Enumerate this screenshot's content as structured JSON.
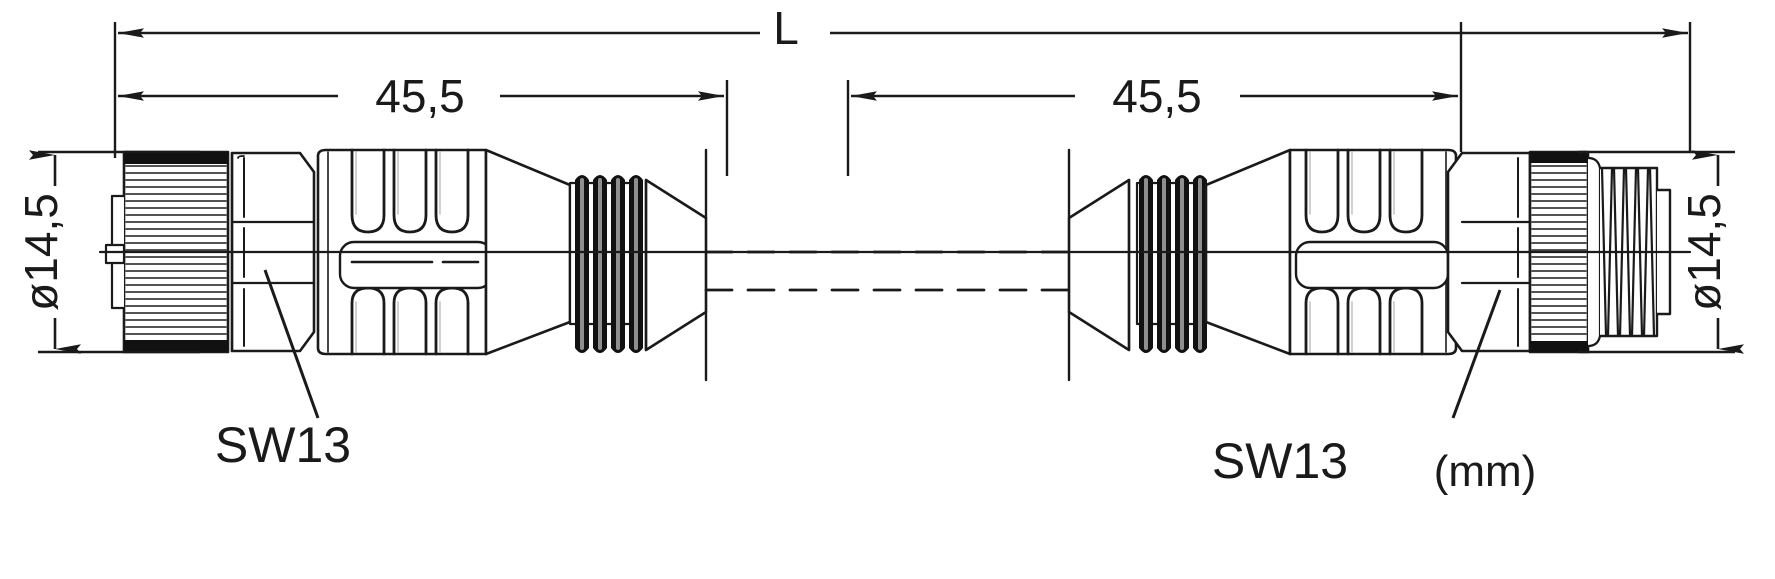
{
  "drawing": {
    "title": "M12 connector cable assembly dimensioned drawing",
    "units_note": "(mm)",
    "line_color": "#1a1a1a",
    "fill_color": "#ffffff",
    "shade_color": "#9a9a9a",
    "dark_color": "#111111"
  },
  "dimensions": {
    "overall_label": "L",
    "left_segment": "45,5",
    "right_segment": "45,5",
    "left_diameter": "ø14,5",
    "right_diameter": "ø14,5"
  },
  "callouts": {
    "left": "SW13",
    "right": "SW13"
  },
  "footer": {
    "units": "(mm)"
  }
}
